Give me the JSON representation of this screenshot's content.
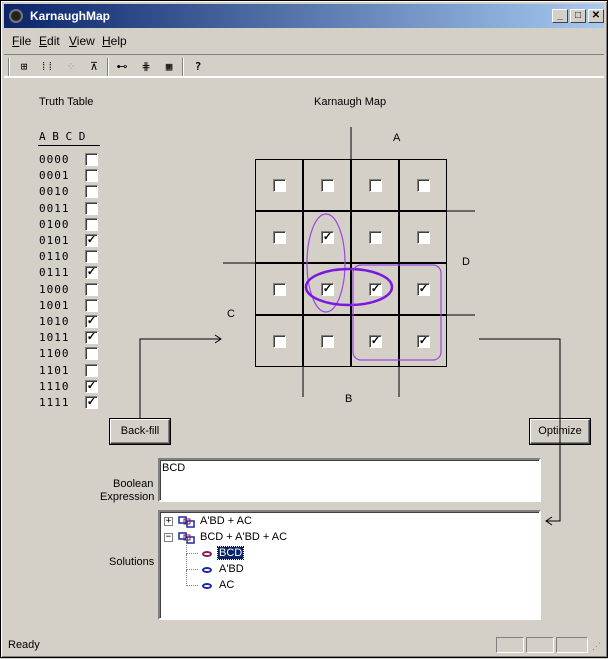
{
  "window": {
    "title": "KarnaughMap"
  },
  "menu": [
    {
      "label": "File",
      "accel": "F",
      "rest": "ile"
    },
    {
      "label": "Edit",
      "accel": "E",
      "rest": "dit"
    },
    {
      "label": "View",
      "accel": "V",
      "rest": "iew"
    },
    {
      "label": "Help",
      "accel": "H",
      "rest": "elp"
    }
  ],
  "toolbar": {
    "icons": [
      "grid-2x2-icon",
      "grid-tall-icon",
      "grid-disabled-icon",
      "sort-icon",
      "small-map-icon",
      "medium-map-icon",
      "large-map-icon",
      "help-icon"
    ],
    "glyphs": [
      "⊞",
      "⁞⁞",
      "⁘",
      "⊼",
      "⊷",
      "⋕",
      "▦",
      "?"
    ]
  },
  "truth_table": {
    "title": "Truth Table",
    "header": "A B C D",
    "rows": [
      {
        "bits": "0000",
        "checked": false
      },
      {
        "bits": "0001",
        "checked": false
      },
      {
        "bits": "0010",
        "checked": false
      },
      {
        "bits": "0011",
        "checked": false
      },
      {
        "bits": "0100",
        "checked": false
      },
      {
        "bits": "0101",
        "checked": true
      },
      {
        "bits": "0110",
        "checked": false
      },
      {
        "bits": "0111",
        "checked": true
      },
      {
        "bits": "1000",
        "checked": false
      },
      {
        "bits": "1001",
        "checked": false
      },
      {
        "bits": "1010",
        "checked": true
      },
      {
        "bits": "1011",
        "checked": true
      },
      {
        "bits": "1100",
        "checked": false
      },
      {
        "bits": "1101",
        "checked": false
      },
      {
        "bits": "1110",
        "checked": true
      },
      {
        "bits": "1111",
        "checked": true
      }
    ]
  },
  "kmap": {
    "title": "Karnaugh Map",
    "labels": {
      "a": "A",
      "b": "B",
      "c": "C",
      "d": "D"
    },
    "cells": [
      [
        false,
        false,
        false,
        false
      ],
      [
        false,
        true,
        false,
        false
      ],
      [
        false,
        true,
        true,
        true
      ],
      [
        false,
        false,
        true,
        true
      ]
    ],
    "group_colors": [
      "#9a48e0",
      "#7a18e0",
      "#9a48e0"
    ]
  },
  "buttons": {
    "backfill": "Back-fill",
    "optimize": "Optimize"
  },
  "expression": {
    "label_line1": "Boolean",
    "label_line2": "Expression",
    "value": "BCD"
  },
  "solutions": {
    "label": "Solutions",
    "items": [
      {
        "text": "A'BD + AC",
        "expanded": false,
        "children": []
      },
      {
        "text": "BCD + A'BD + AC",
        "expanded": true,
        "children": [
          {
            "text": "BCD",
            "selected": true
          },
          {
            "text": "A'BD",
            "selected": false
          },
          {
            "text": "AC",
            "selected": false
          }
        ]
      }
    ]
  },
  "status": {
    "text": "Ready"
  }
}
